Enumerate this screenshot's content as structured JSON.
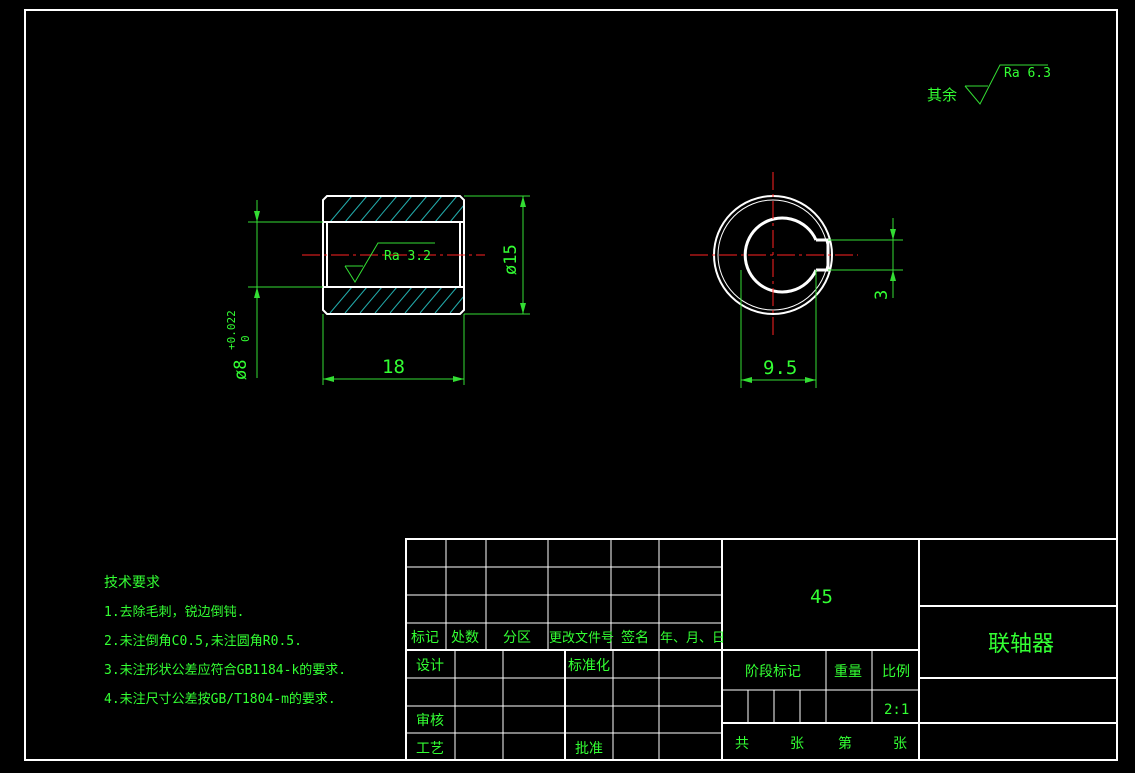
{
  "drawing": {
    "surface_roughness_note": {
      "label": "其余",
      "value": "Ra 6.3"
    },
    "inner_roughness": "Ra 3.2",
    "dimensions": {
      "outer_diameter": "ø15",
      "length": "18",
      "bore": "ø8",
      "bore_prefix": "ø8",
      "bore_tol_upper": "+0.022",
      "bore_tol_lower": "0",
      "key_depth": "9.5",
      "key_width": "3"
    }
  },
  "tech_requirements": {
    "title": "技术要求",
    "items": [
      "1.去除毛刺，锐边倒钝.",
      "2.未注倒角C0.5,未注圆角R0.5.",
      "3.未注形状公差应符合GB1184-k的要求.",
      "4.未注尺寸公差按GB/T1804-m的要求."
    ]
  },
  "title_block": {
    "material": "45",
    "part_name": "联轴器",
    "headers": [
      "标记",
      "处数",
      "分区",
      "更改文件号",
      "签名",
      "年、月、日"
    ],
    "design": "设计",
    "standardize": "标准化",
    "review": "审核",
    "process": "工艺",
    "approve": "批准",
    "stage_mark": "阶段标记",
    "weight": "重量",
    "scale_label": "比例",
    "scale_value": "2:1",
    "total": "共",
    "sheets": "张",
    "sheet_no": "第",
    "sheets2": "张"
  },
  "colors": {
    "line": "#33dd33",
    "outline": "#ffffff",
    "center": "#ff2222",
    "hatch": "#22aaaa",
    "text": "#33ff33"
  }
}
